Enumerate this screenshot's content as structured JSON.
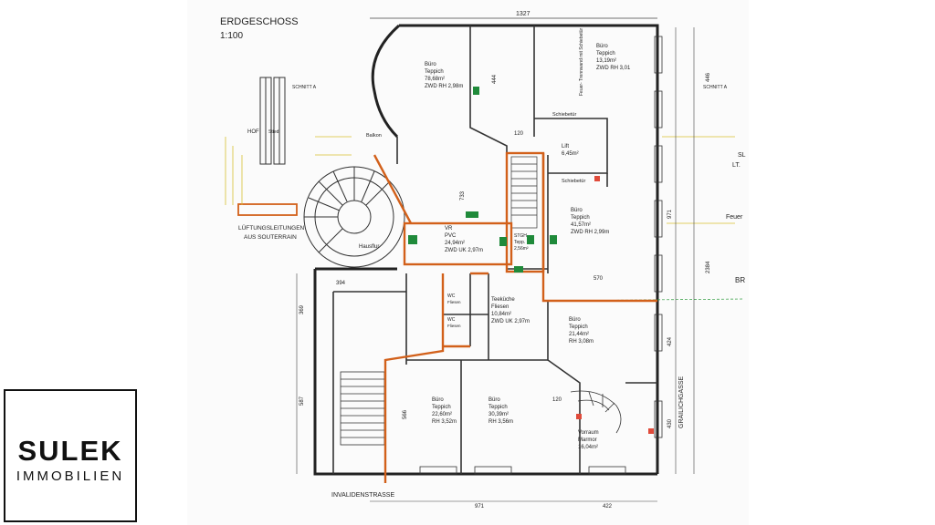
{
  "plan": {
    "title": "ERDGESCHOSS",
    "scale": "1:100",
    "dimensions": {
      "top_width": "1327",
      "left_444": "444",
      "d_120": "120",
      "d_733": "733",
      "d_394": "394",
      "d_369": "369",
      "d_587": "587",
      "d_566": "566",
      "d_570": "570",
      "d_971_right": "971",
      "d_2384": "2384",
      "d_424": "424",
      "d_430": "430",
      "d_120b": "120",
      "bottom_971": "971",
      "bottom_422": "422",
      "d_446": "446"
    },
    "rooms": [
      {
        "line1": "Büro",
        "line2": "Teppich",
        "line3": "78,68m²",
        "line4": "ZWD RH 2,98m"
      },
      {
        "line1": "Büro",
        "line2": "Teppich",
        "line3": "13,19m²",
        "line4": "ZWD RH 3,01"
      },
      {
        "line1": "Lift",
        "line2": "6,45m²",
        "line3": "",
        "line4": ""
      },
      {
        "line1": "Büro",
        "line2": "Teppich",
        "line3": "41,57m²",
        "line4": "ZWD RH 2,99m"
      },
      {
        "line1": "VR",
        "line2": "PVC",
        "line3": "24,94m²",
        "line4": "ZWD UK 2,97m"
      },
      {
        "line1": "Teeküche",
        "line2": "Fliesen",
        "line3": "10,84m²",
        "line4": "ZWD UK 2,97m"
      },
      {
        "line1": "Büro",
        "line2": "Teppich",
        "line3": "21,44m²",
        "line4": "RH 3,08m"
      },
      {
        "line1": "Büro",
        "line2": "Teppich",
        "line3": "22,60m²",
        "line4": "RH 3,52m"
      },
      {
        "line1": "Büro",
        "line2": "Teppich",
        "line3": "30,39m²",
        "line4": "RH 3,56m"
      },
      {
        "line1": "Vorraum",
        "line2": "Marmor",
        "line3": "16,04m²",
        "line4": ""
      },
      {
        "line1": "STGH",
        "line2": "Tepp.",
        "line3": "2,56m²",
        "line4": ""
      }
    ],
    "labels": {
      "hof": "HOF",
      "stiege": "Stied",
      "hausflur": "Hausflur",
      "lueftung1": "LÜFTUNGSLEITUNGEN",
      "lueftung2": "AUS SOUTERRAIN",
      "schiebetuer": "Schiebetür",
      "schiebetuer2": "Schiebetür",
      "wc1": "WC",
      "wc1b": "Fliesen",
      "wc2": "WC",
      "wc2b": "Fliesen",
      "invalidenstrasse": "INVALIDENSTRASSE",
      "grailichgasse": "GRAILICHGASSE",
      "schnitt_a_left": "SCHNITT A",
      "schnitt_a_right": "SCHNITT A",
      "feuer": "Feuer",
      "br": "BR",
      "sl": "SL",
      "lt": "LT.",
      "balkon": "Balkon",
      "pillar_note": "Feuer- Trennwand mit Schiebetür"
    }
  },
  "logo": {
    "main": "SULEK",
    "sub": "IMMOBILIEN"
  }
}
